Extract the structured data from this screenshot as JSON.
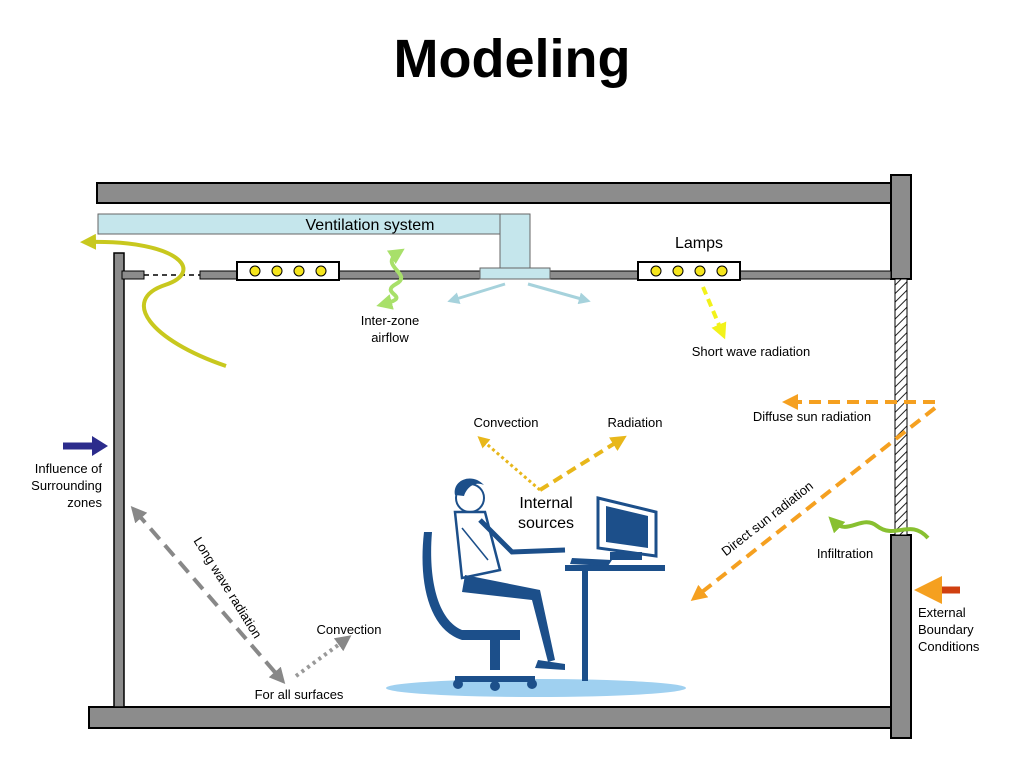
{
  "slide": {
    "title": "Modeling"
  },
  "labels": {
    "ventilation": "Ventilation system",
    "lamps": "Lamps",
    "inter_zone_1": "Inter-zone",
    "inter_zone_2": "airflow",
    "short_wave": "Short wave radiation",
    "diffuse_sun": "Diffuse sun radiation",
    "convection_top": "Convection",
    "radiation_top": "Radiation",
    "internal_1": "Internal",
    "internal_2": "sources",
    "direct_sun": "Direct sun radiation",
    "infiltration": "Infiltration",
    "influence_1": "Influence of",
    "influence_2": "Surrounding",
    "influence_3": "zones",
    "long_wave": "Long wave radiation",
    "convection_bottom": "Convection",
    "for_all_surfaces": "For all surfaces",
    "external_1": "External",
    "external_2": "Boundary",
    "external_3": "Conditions"
  },
  "colors": {
    "wall": "#8c8c8c",
    "duct": "#c5e6ec",
    "lamp_bulb": "#f5e51c",
    "yellow_flow": "#c8c81e",
    "light_green": "#a8e06a",
    "light_blue": "#a6d2dc",
    "sun_orange": "#f5a020",
    "gold": "#e8b71a",
    "short_wave": "#f2f21a",
    "influence_arrow": "#2c2c8c",
    "external_arrow": "#d04010",
    "infiltration": "#88c030",
    "long_wave": "#888888",
    "person": "#1c4f8a",
    "shadow": "#9fd0f0"
  }
}
